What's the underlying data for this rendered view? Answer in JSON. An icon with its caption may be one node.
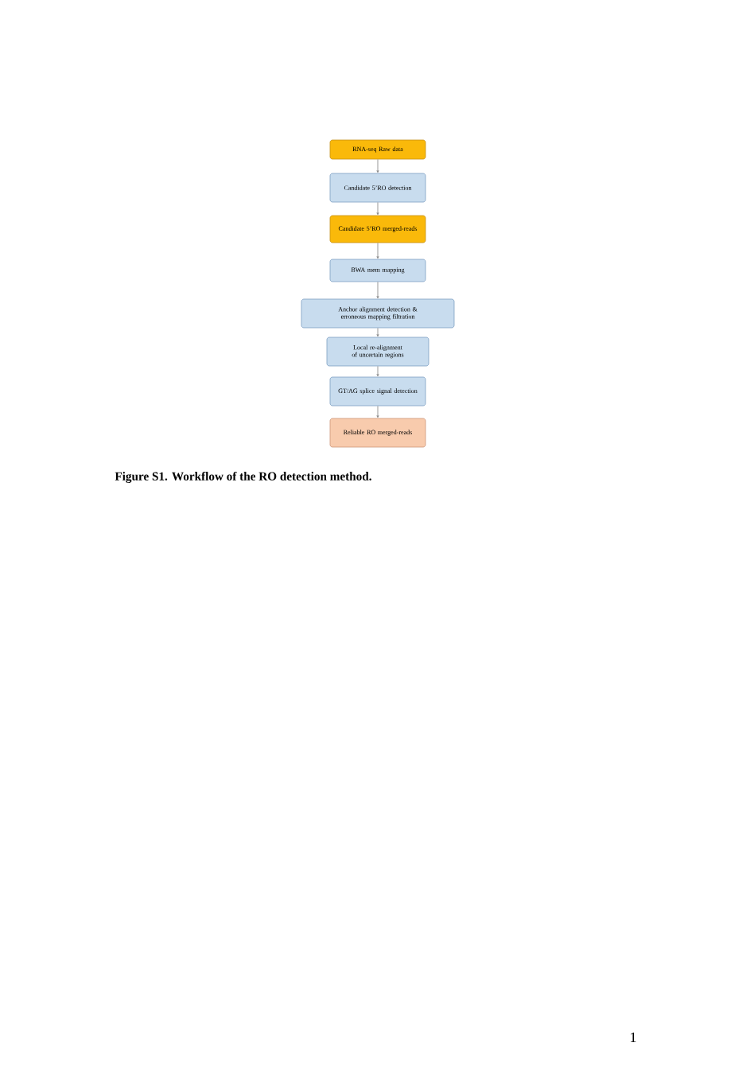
{
  "diagram": {
    "caption": "Figure S1. Workflow of the RO detection method.",
    "nodes": [
      {
        "text": [
          "RNA-seq Raw data"
        ]
      },
      {
        "text": [
          "Candidate 5’RO detection"
        ]
      },
      {
        "text": [
          "Candidate 5’RO merged-reads"
        ]
      },
      {
        "text": [
          "BWA mem mapping"
        ]
      },
      {
        "text": [
          "Anchor alignment detection & erroneous mapping filtration"
        ]
      },
      {
        "text": [
          "Local re-alignment of uncertain regions"
        ]
      },
      {
        "text": [
          "GT/AG splice signal detection"
        ]
      },
      {
        "text": [
          "Reliable RO merged-reads"
        ]
      }
    ],
    "edges": [
      {
        "from": 0,
        "to": 1,
        "arrow": "to"
      },
      {
        "from": 1,
        "to": 2,
        "arrow": "to"
      },
      {
        "from": 2,
        "to": 3,
        "arrow": "to"
      },
      {
        "from": 3,
        "to": 4,
        "arrow": "to"
      },
      {
        "from": 4,
        "to": 5,
        "arrow": "to"
      },
      {
        "from": 5,
        "to": 6,
        "arrow": "to"
      },
      {
        "from": 6,
        "to": 7,
        "arrow": "to"
      }
    ],
    "labels": [
      "1"
    ]
  }
}
